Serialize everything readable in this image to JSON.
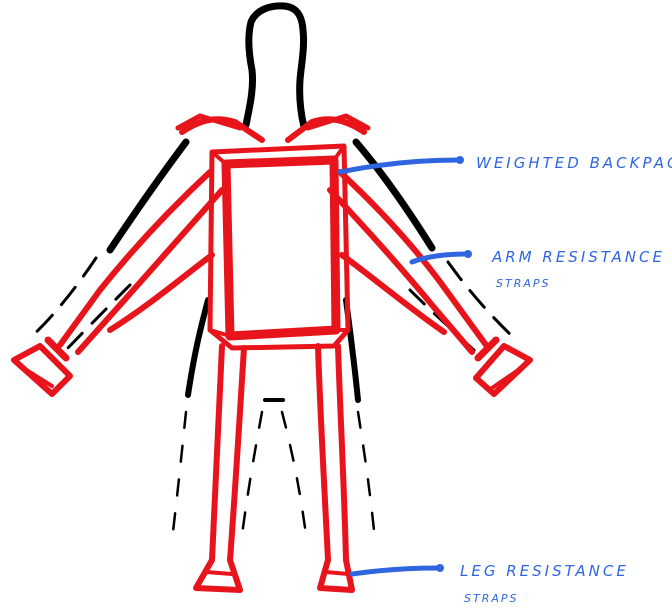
{
  "colors": {
    "body_outline": "#000000",
    "equipment": "#e8141b",
    "annotation": "#2f66e0",
    "background": "#ffffff"
  },
  "labels": {
    "backpack": "WEIGHTED BACKPACK",
    "arm_line1": "ARM RESISTANCE",
    "arm_line2": "STRAPS",
    "leg_line1": "LEG RESISTANCE",
    "leg_line2": "STRAPS"
  }
}
